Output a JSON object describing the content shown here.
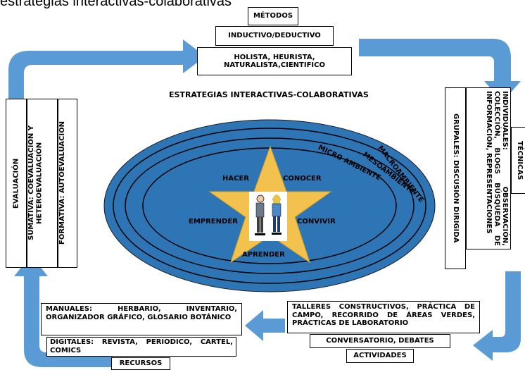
{
  "header": {
    "partial_title": "estrategias interactivas-colaborativas"
  },
  "diagram": {
    "title": "ESTRATEGIAS INTERACTIVAS-COLABORATIVAS",
    "metodos": {
      "label": "MÉTODOS",
      "item1": "INDUCTIVO/DEDUCTIVO",
      "item2": "HOLISTA, HEURISTA, NATURALISTA,CIENTIFICO"
    },
    "tecnicas": {
      "label": "TÉCNICAS",
      "individuales": "INDIVIDUALES: OBSERVACIÓN, COLECCIÓN, BLOGS BÚSQUEDA DE INFORMACIÓN, REPRESENTACIONES",
      "grupales": "GRUPALES: DISCUSIÓN DIRIGIDA"
    },
    "evaluacion": {
      "label": "EVALUACIÓN",
      "sumativa": "SUMATIVA: COEVALUACIÓN Y HETEROEVALUACIÓN",
      "formativa": "FORMATIVA: AUTOEVALUACIÓN"
    },
    "actividades": {
      "label": "ACTIVIDADES",
      "item1": "TALLERES CONSTRUCTIVOS, PRÁCTICA DE CAMPO, RECORRIDO DE ÁREAS VERDES, PRÁCTICAS DE LABORATORIO",
      "item2": "CONVERSATORIO, DEBATES"
    },
    "recursos": {
      "label": "RECURSOS",
      "manuales": "MANUALES: HERBARIO, INVENTARIO, ORGANIZADOR GRÁFICO, GLOSARIO BOTÁNICO",
      "digitales": "DIGITALES: REVISTA, PERIODICO, CARTEL, COMICS"
    },
    "ambientes": {
      "macro": "MACROAMBIENTE",
      "meso": "MESOAMBIENTE",
      "micro": "MICRO AMBIENTE"
    },
    "star": {
      "hacer": "HACER",
      "conocer": "CONOCER",
      "emprender": "EMPRENDER",
      "convivir": "CONVIVIR",
      "aprender": "APRENDER"
    }
  },
  "colors": {
    "arrow": "#5b9bd5",
    "ellipse": "#2e75b6",
    "star": "#f2c14e",
    "ring_stroke": "#000000"
  }
}
